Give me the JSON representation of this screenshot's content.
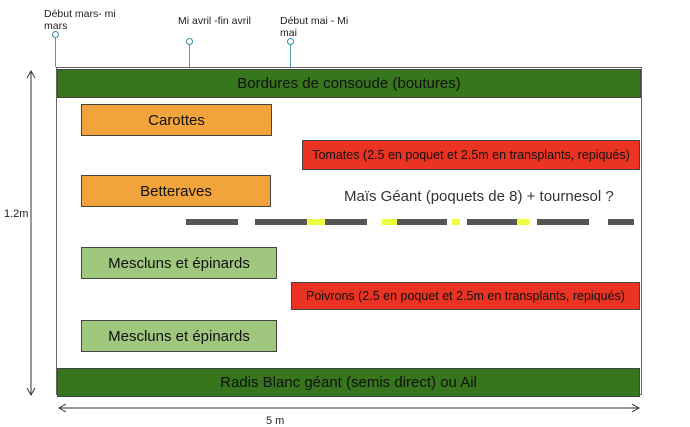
{
  "timeline": [
    {
      "label": "Début mars- mi mars"
    },
    {
      "label": "Mi avril -fin avril"
    },
    {
      "label": "Début mai - Mi mai"
    }
  ],
  "dimensions": {
    "height_label": "1.2m",
    "width_label": "5 m"
  },
  "rows": {
    "consoude": "Bordures de consoude (boutures)",
    "carottes": "Carottes",
    "tomates": "Tomates (2.5 en poquet et 2.5m en transplants, repiqués)",
    "betteraves": "Betteraves",
    "mais": "Maïs Géant (poquets de 8) + tournesol ?",
    "mescluns_1": "Mescluns et épinards",
    "poivrons": "Poivrons (2.5 en poquet et 2.5m en transplants, repiqués)",
    "mescluns_2": "Mescluns et épinards",
    "radis": "Radis Blanc géant (semis direct) ou Ail"
  },
  "colors": {
    "dark_green": "#38761d",
    "orange": "#f1a33c",
    "red": "#ea3323",
    "light_green": "#9fc87e",
    "dash_gray": "#555555",
    "dash_yellow": "#eeff41"
  }
}
